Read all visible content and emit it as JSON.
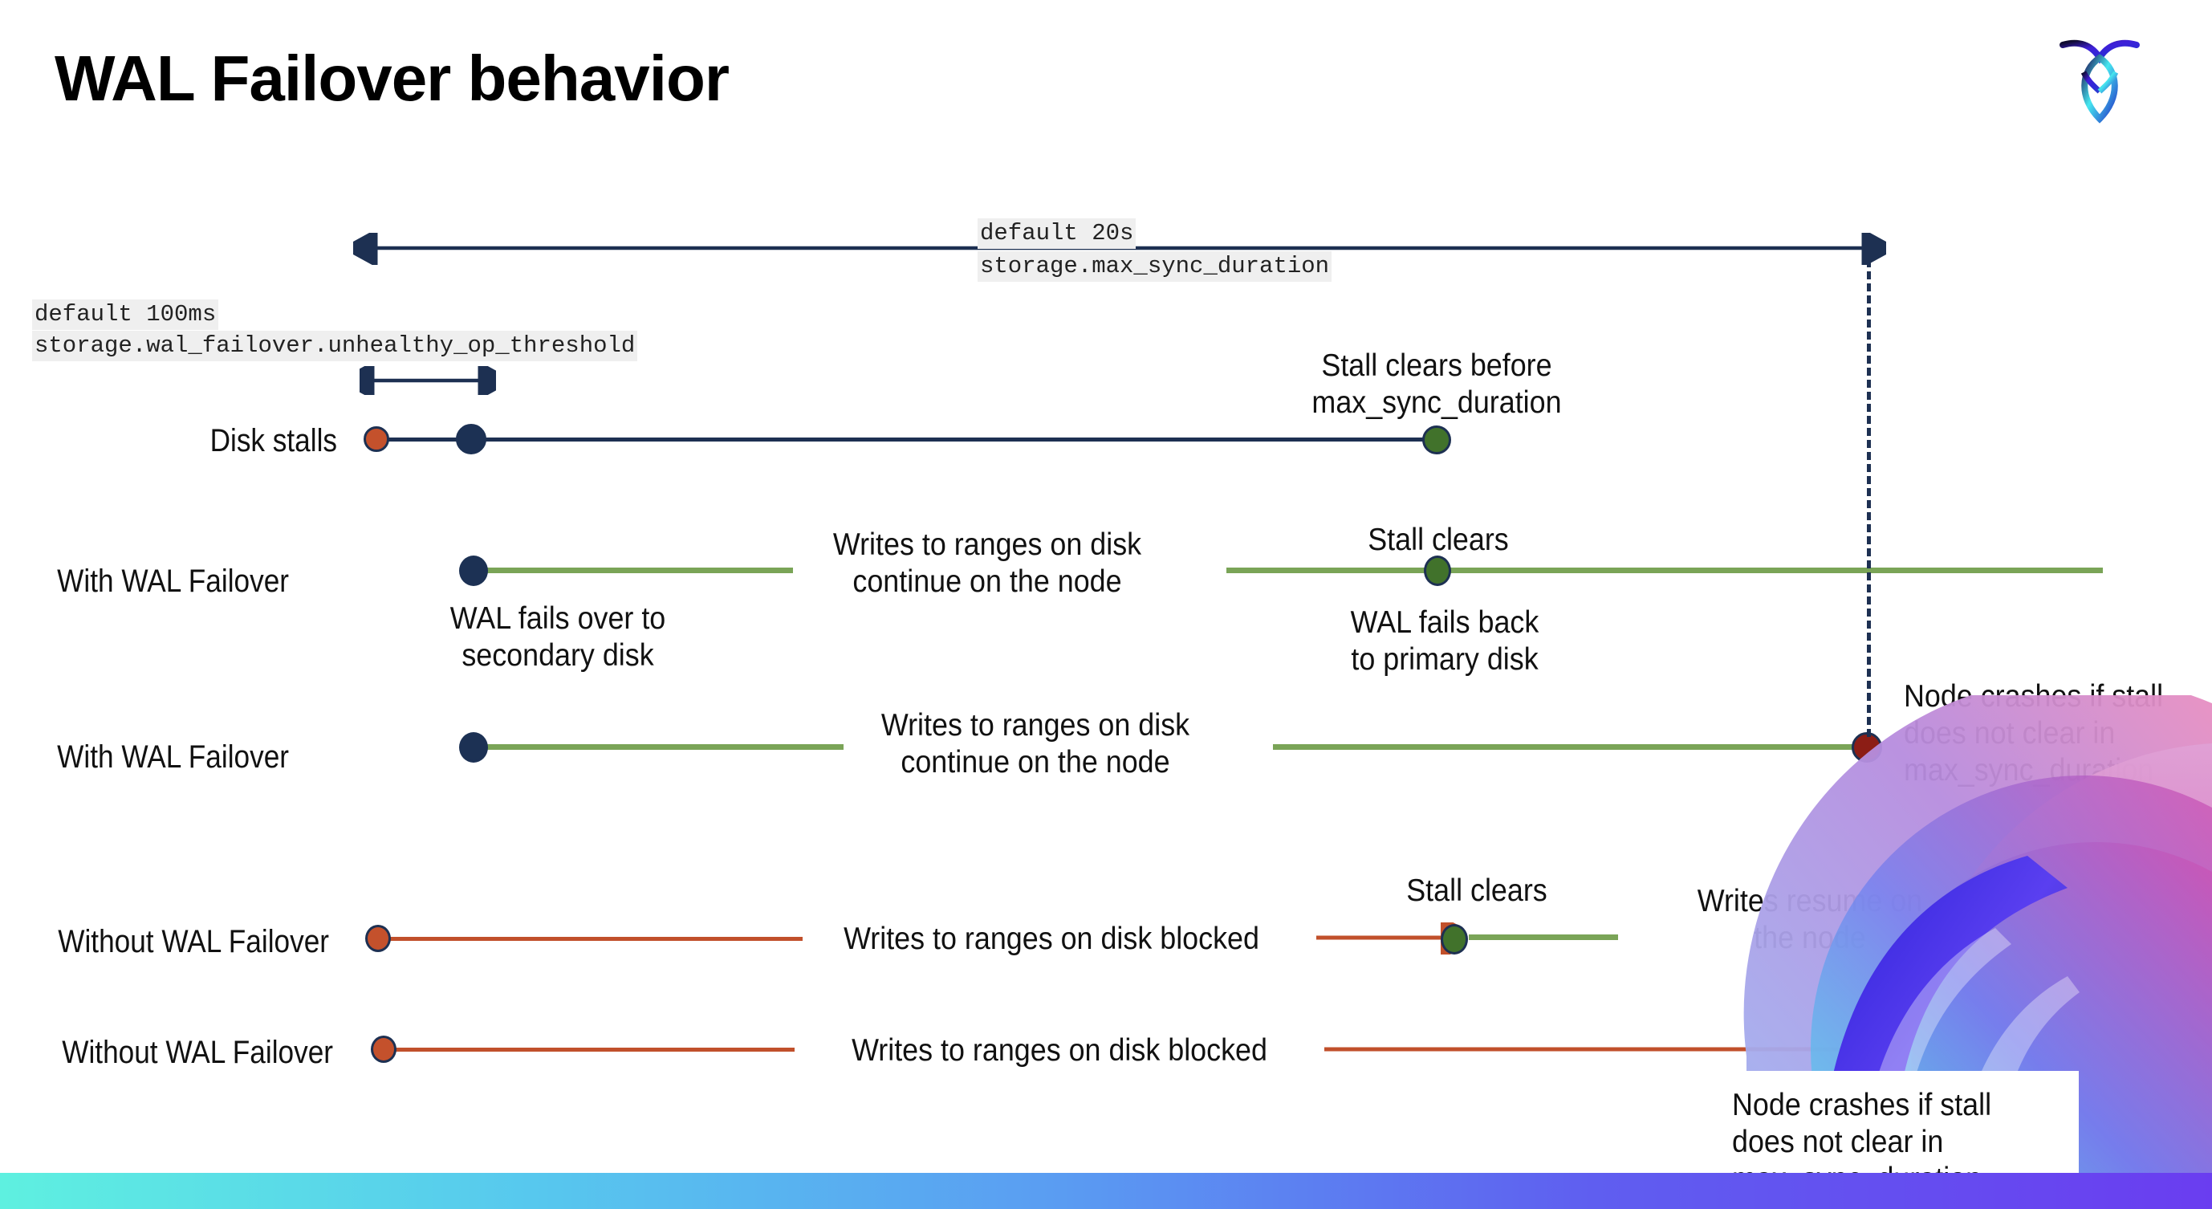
{
  "slide": {
    "title": "WAL Failover behavior",
    "logo_name": "cockroachdb-logo"
  },
  "settings": {
    "unhealthy_op_threshold": {
      "default_line": "default 100ms",
      "setting_line": "storage.wal_failover.unhealthy_op_threshold"
    },
    "max_sync_duration": {
      "default_line": "default 20s",
      "setting_line": "storage.max_sync_duration"
    }
  },
  "rows": [
    {
      "label": "Disk stalls"
    },
    {
      "label": "With WAL Failover"
    },
    {
      "label": "With WAL Failover"
    },
    {
      "label": "Without WAL Failover"
    },
    {
      "label": "Without WAL Failover"
    }
  ],
  "annotations": {
    "stall_clears_before": "Stall clears before\nmax_sync_duration",
    "stall_clears_1": "Stall clears",
    "stall_clears_2": "Stall clears",
    "wal_fails_over": "WAL fails over to\nsecondary disk",
    "wal_fails_back": "WAL fails  back\nto primary disk",
    "writes_continue_1": "Writes to ranges on disk\ncontinue on the node",
    "writes_continue_2": "Writes to ranges on disk\ncontinue on the node",
    "writes_blocked_1": "Writes to ranges on disk  blocked",
    "writes_blocked_2": "Writes to ranges on disk  blocked",
    "writes_resume": "Writes resume on\nthe node",
    "node_crashes_1": "Node crashes if stall\ndoes not clear in\nmax_sync_duration",
    "node_crashes_2": "Node crashes if stall\ndoes not clear in\nmax_sync_duration"
  },
  "colors": {
    "navy": "#1d3052",
    "green_line": "#7aa457",
    "green_dot": "#41722b",
    "orange_dot": "#c4512c",
    "red_line": "#c1502b",
    "dark_red_dot": "#8c1d15",
    "code_bg": "#efefef",
    "bottom_bar_start": "#5ef0e0",
    "bottom_bar_end": "#6a3df0"
  },
  "markers": {
    "disk_stall_start": "stall-start-marker",
    "failover_trigger": "failover-trigger-marker",
    "stall_clear": "stall-clear-marker",
    "node_crash": "node-crash-marker"
  }
}
